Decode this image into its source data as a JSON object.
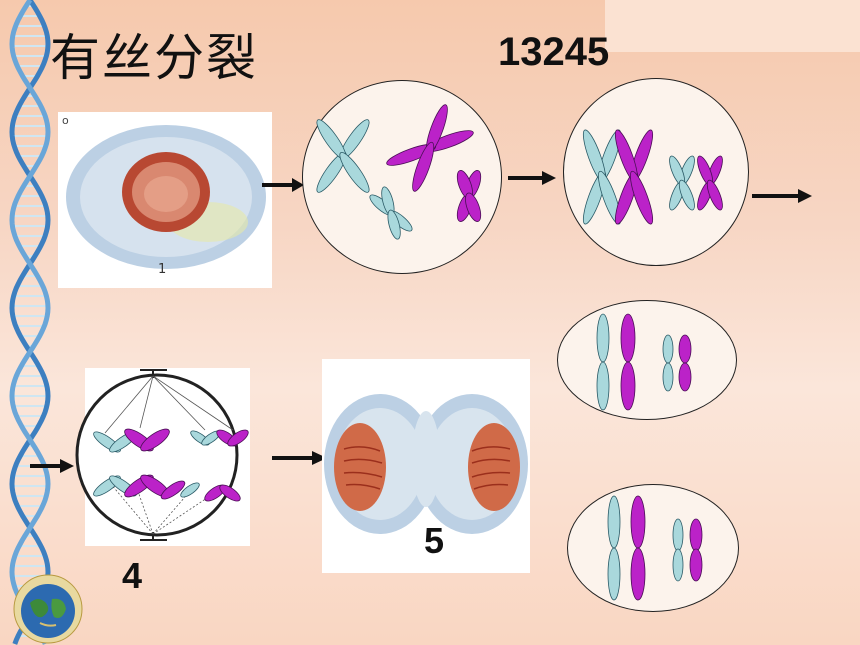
{
  "title": "有丝分裂",
  "sequence": "13245",
  "labels": {
    "stage1": "1",
    "stage4": "4",
    "stage5": "5"
  },
  "colors": {
    "chromosome_a": "#a9d8dc",
    "chromosome_b": "#bb22c8",
    "nucleus": "#c8503f",
    "arrow": "#111111"
  }
}
